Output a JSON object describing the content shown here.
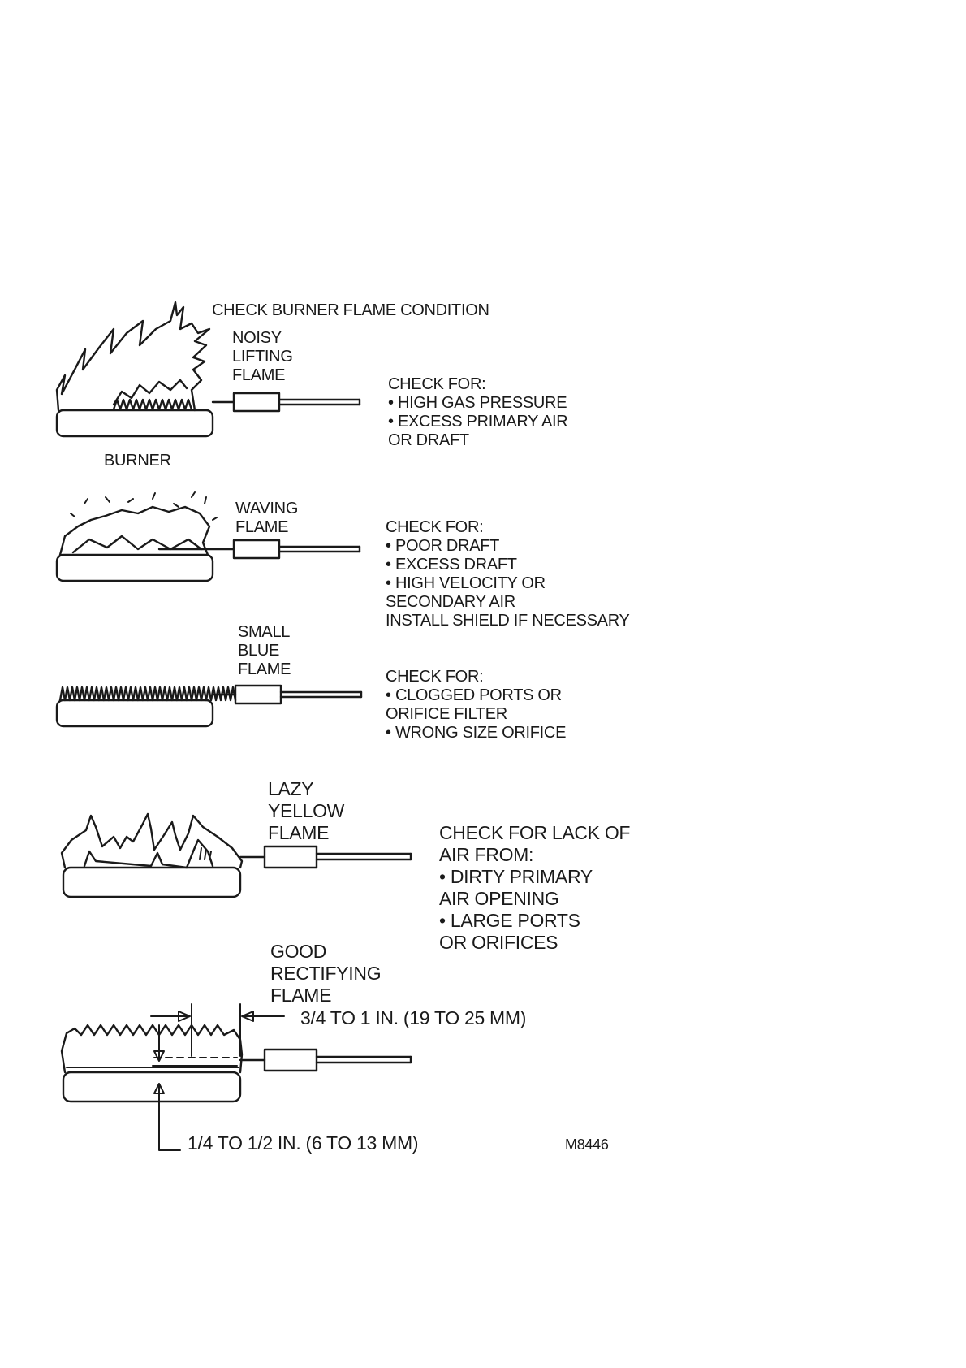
{
  "title": "CHECK BURNER FLAME CONDITION",
  "burner_label": "BURNER",
  "figure_code": "M8446",
  "panels": [
    {
      "flame_lines": [
        "NOISY",
        "LIFTING",
        "FLAME"
      ],
      "check_lines": [
        "CHECK FOR:",
        "• HIGH GAS PRESSURE",
        "• EXCESS PRIMARY AIR",
        "OR DRAFT"
      ]
    },
    {
      "flame_lines": [
        "WAVING",
        "FLAME"
      ],
      "check_lines": [
        "CHECK FOR:",
        "• POOR DRAFT",
        "• EXCESS DRAFT",
        "• HIGH VELOCITY OR",
        "SECONDARY AIR",
        "INSTALL SHIELD IF NECESSARY"
      ]
    },
    {
      "flame_lines": [
        "SMALL",
        "BLUE",
        "FLAME"
      ],
      "check_lines": [
        "CHECK FOR:",
        "• CLOGGED PORTS OR",
        "ORIFICE FILTER",
        "• WRONG SIZE ORIFICE"
      ]
    },
    {
      "flame_lines": [
        "LAZY",
        "YELLOW",
        "FLAME"
      ],
      "check_lines": [
        "CHECK FOR LACK OF",
        "AIR FROM:",
        "• DIRTY PRIMARY",
        "AIR OPENING",
        "• LARGE PORTS",
        "OR ORIFICES"
      ]
    },
    {
      "flame_lines": [
        "GOOD",
        "RECTIFYING",
        "FLAME"
      ],
      "dim_height": "3/4 TO 1 IN. (19 TO 25 MM)",
      "dim_depth": "1/4 TO 1/2 IN. (6 TO 13 MM)"
    }
  ]
}
